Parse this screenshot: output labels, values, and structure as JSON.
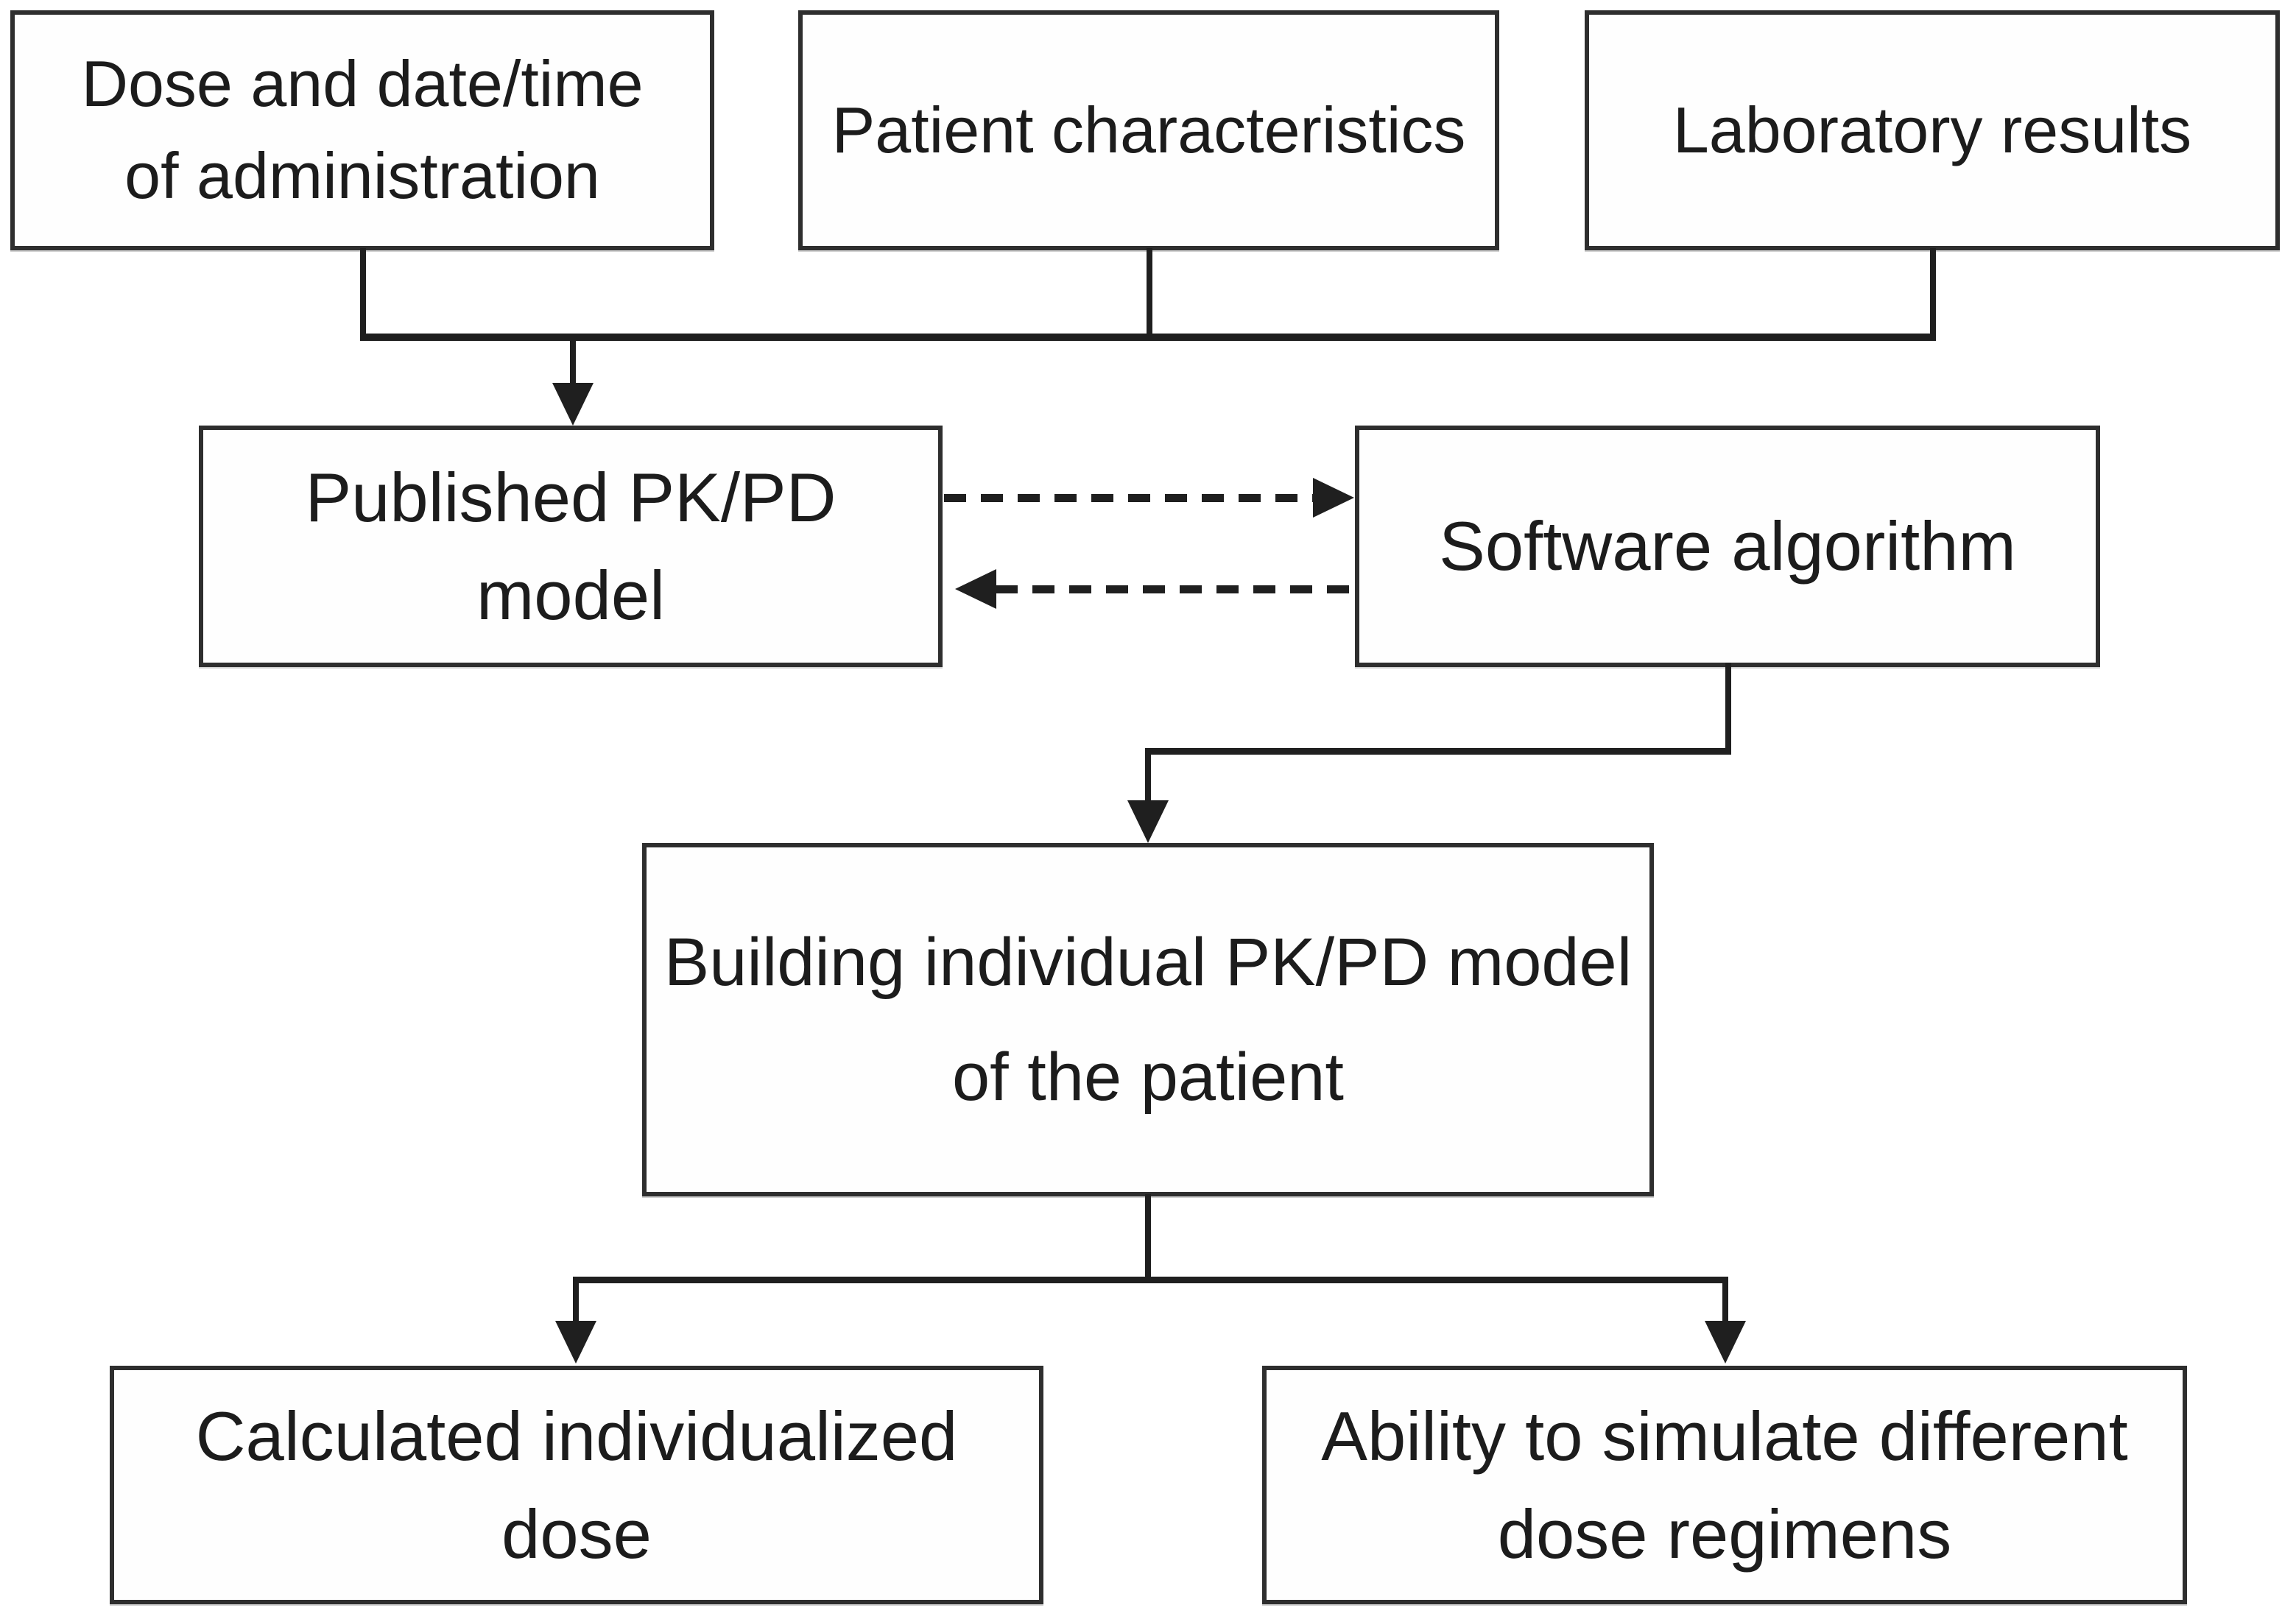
{
  "diagram": {
    "type": "flowchart",
    "nodes": {
      "dose": {
        "label": "Dose and date/time\nof administration"
      },
      "patient": {
        "label": "Patient characteristics"
      },
      "lab": {
        "label": "Laboratory results"
      },
      "published": {
        "label": "Published PK/PD model"
      },
      "software": {
        "label": "Software algorithm"
      },
      "building": {
        "label": "Building individual PK/PD model\nof the patient"
      },
      "calculated": {
        "label": "Calculated individualized dose"
      },
      "ability": {
        "label": "Ability to simulate different\ndose regimens"
      }
    },
    "edges": [
      {
        "from": "dose",
        "to": "published",
        "style": "solid",
        "arrow": "down"
      },
      {
        "from": "patient",
        "to": "published",
        "style": "solid",
        "arrow": "down"
      },
      {
        "from": "lab",
        "to": "published",
        "style": "solid",
        "arrow": "down"
      },
      {
        "from": "published",
        "to": "software",
        "style": "dashed",
        "arrow": "right"
      },
      {
        "from": "software",
        "to": "published",
        "style": "dashed",
        "arrow": "left"
      },
      {
        "from": "software",
        "to": "building",
        "style": "solid",
        "arrow": "down"
      },
      {
        "from": "building",
        "to": "calculated",
        "style": "solid",
        "arrow": "down"
      },
      {
        "from": "building",
        "to": "ability",
        "style": "solid",
        "arrow": "down"
      }
    ],
    "colors": {
      "line": "#1f1f1f",
      "box_border": "#2e2e2e",
      "box_fill": "#fefefe",
      "text": "#1c1c1c",
      "background": "#ffffff"
    }
  }
}
